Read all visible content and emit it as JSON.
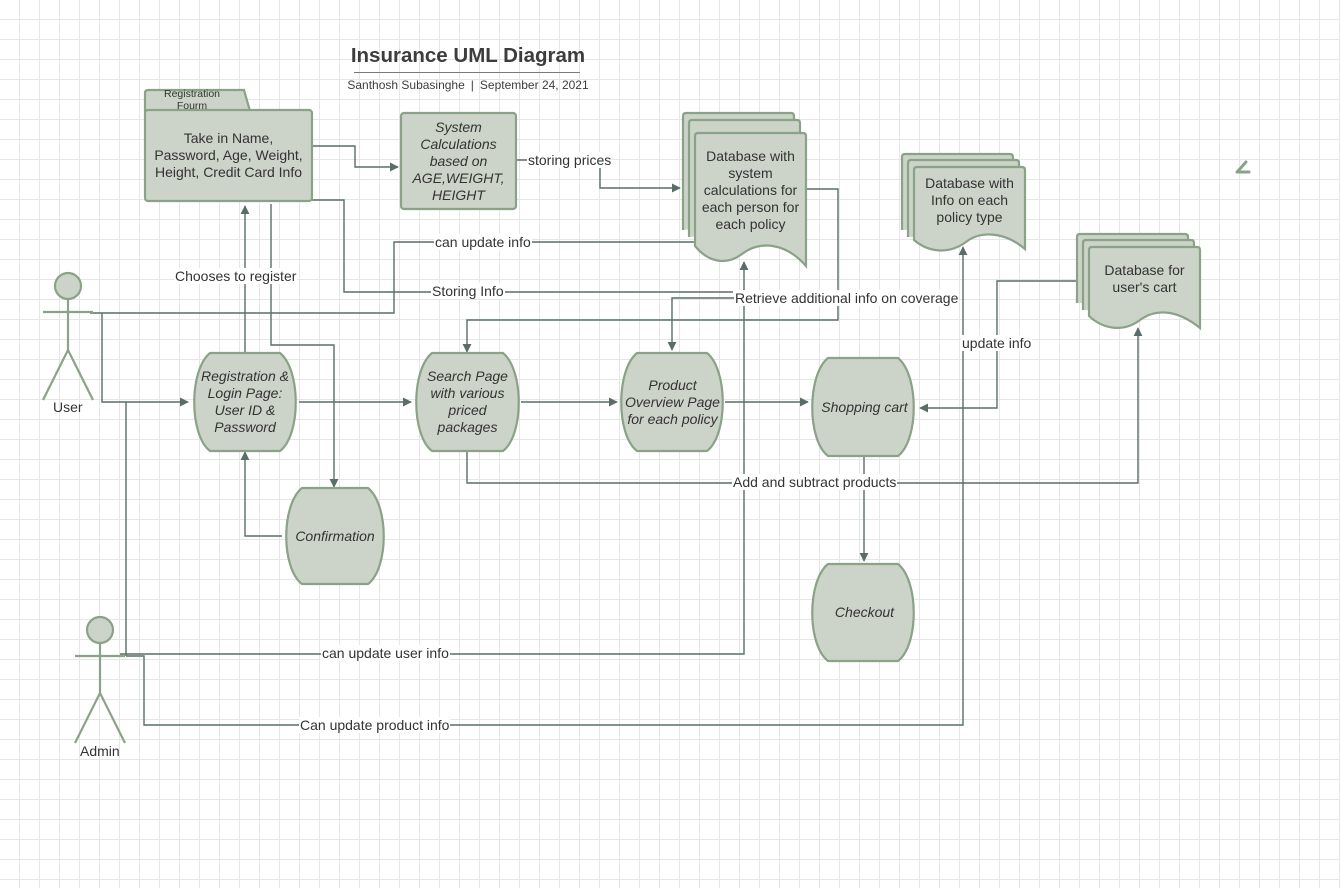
{
  "header": {
    "title": "Insurance UML Diagram",
    "author": "Santhosh Subasinghe",
    "separator": "|",
    "date": "September 24, 2021"
  },
  "colors": {
    "fill": "#ccd3c8",
    "stroke": "#8aa287",
    "connector": "#5a6e69",
    "edit_icon": "#8aa287"
  },
  "actors": {
    "user": "User",
    "admin": "Admin"
  },
  "nodes": {
    "registration_tab": "Registration Fourm",
    "registration_form": "Take in Name, Password, Age, Weight, Height, Credit Card Info",
    "system_calculations": "System Calculations based on AGE,WEIGHT, HEIGHT",
    "db_calculations": "Database with system calculations for each person for each policy",
    "db_policy_info": "Database with Info on each policy type",
    "db_cart": "Database for user's cart",
    "login_page": "Registration & Login Page: User ID & Password",
    "search_page": "Search Page with various priced packages",
    "product_overview": "Product Overview Page for each policy",
    "shopping_cart": "Shopping cart",
    "confirmation": "Confirmation",
    "checkout": "Checkout"
  },
  "edge_labels": {
    "storing_prices": "storing prices",
    "can_update_info": "can update info",
    "chooses_to_register": "Chooses to register",
    "storing_info": "Storing Info",
    "retrieve_info": "Retrieve additional info on coverage",
    "update_info": "update info",
    "add_subtract": "Add and subtract products",
    "can_update_user_info": "can update user info",
    "can_update_product_info": "Can update product info"
  },
  "icons": {
    "edit": "pencil-icon"
  }
}
